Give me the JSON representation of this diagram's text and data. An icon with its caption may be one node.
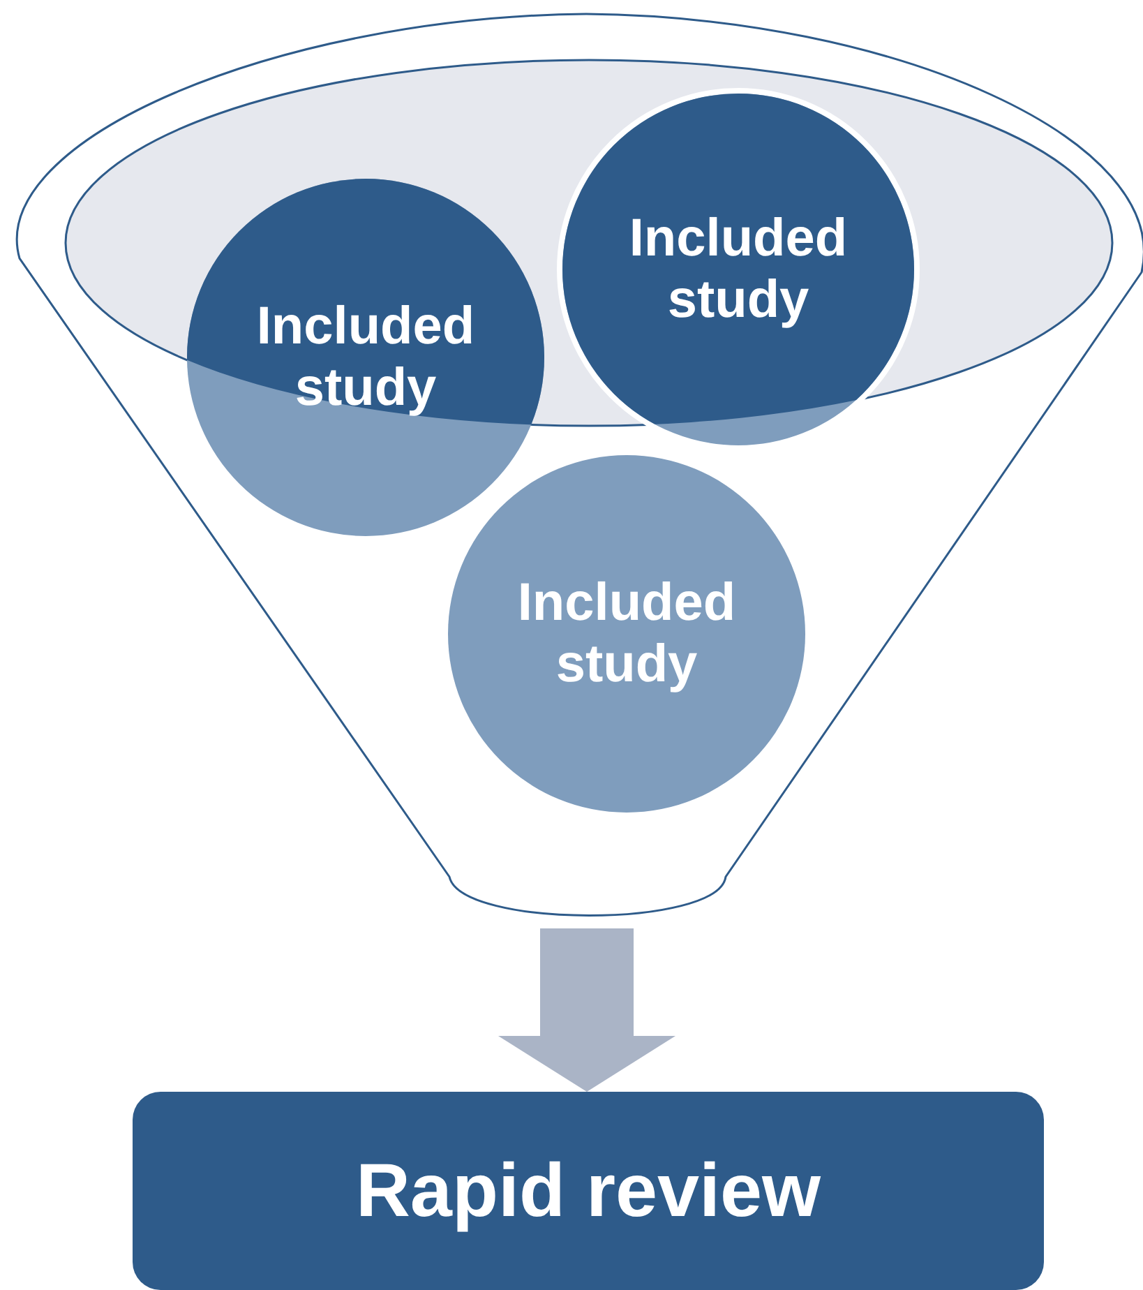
{
  "diagram": {
    "nodes": [
      {
        "text": [],
        "shape": "funnel"
      },
      {
        "text": [
          "Included study"
        ],
        "in": 0
      },
      {
        "text": [
          "Included study"
        ],
        "in": 0
      },
      {
        "text": [
          "Included study"
        ],
        "in": 0
      },
      {
        "text": [
          "Rapid review"
        ]
      }
    ],
    "edges": [
      {
        "from": 0,
        "to": 4,
        "arrow": "to",
        "color": "#aab4c6"
      }
    ]
  }
}
